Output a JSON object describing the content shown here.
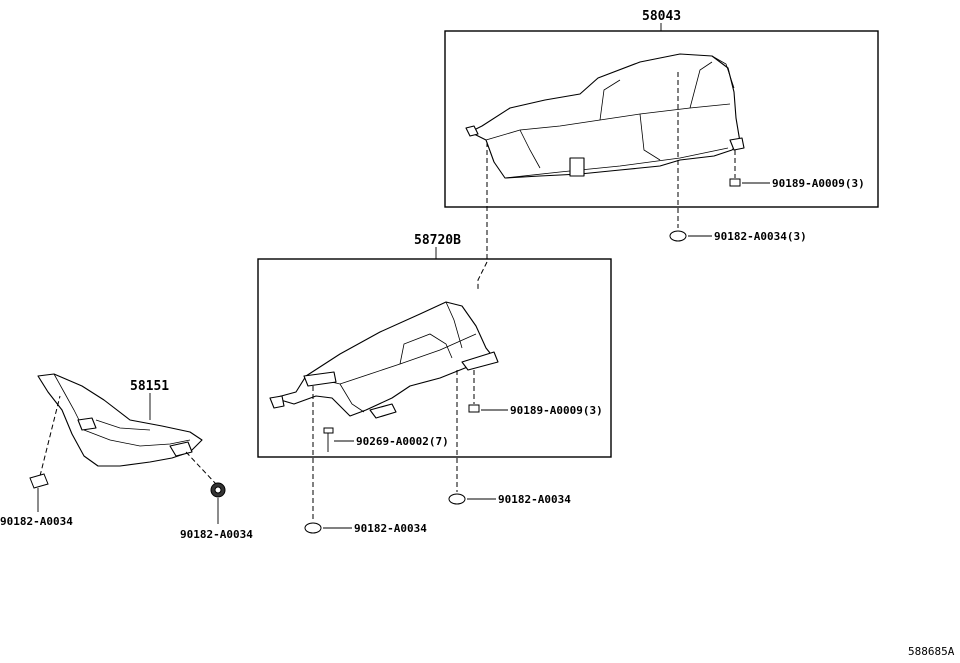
{
  "diagram": {
    "parts": {
      "upper_assembly": "58043",
      "middle_assembly": "58720B",
      "left_cover": "58151"
    },
    "fasteners": {
      "upper_bolt": "90189-A0009(3)",
      "upper_clip": "90182-A0034(3)",
      "middle_bolt": "90189-A0009(3)",
      "middle_rivet": "90269-A0002(7)",
      "middle_clip_right": "90182-A0034",
      "middle_clip_left": "90182-A0034",
      "left_clip_a": "90182-A0034",
      "left_clip_b": "90182-A0034"
    },
    "reference_code": "588685A"
  }
}
